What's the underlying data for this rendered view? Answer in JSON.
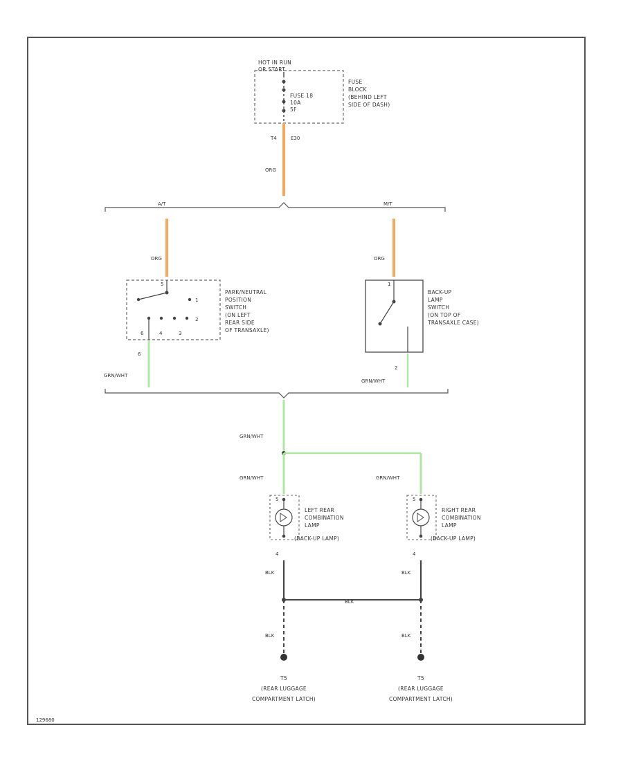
{
  "power_source": {
    "hot_line_1": "HOT IN RUN",
    "hot_line_2": "OR START"
  },
  "fuse": {
    "line_1": "FUSE 18",
    "line_2": "10A",
    "line_3": "5F"
  },
  "fuse_block": {
    "lines": [
      "FUSE",
      "BLOCK",
      "(BEHIND LEFT",
      "SIDE OF DASH)"
    ]
  },
  "fuse_pins": {
    "pin_a": "T4",
    "pin_b": "E30"
  },
  "wires": {
    "org": "ORG",
    "grn_wht": "GRN/WHT",
    "blk": "BLK"
  },
  "branches": {
    "automatic": "A/T",
    "manual": "M/T"
  },
  "pnp_switch": {
    "lines": [
      "PARK/NEUTRAL",
      "POSITION",
      "SWITCH",
      "(ON LEFT",
      "REAR SIDE",
      "OF TRANSAXLE)"
    ],
    "pins": {
      "top": "5",
      "right": "1",
      "mid": "2",
      "bottom_left": "6",
      "bottom_mid": "4",
      "bottom_right": "3",
      "out": "6"
    }
  },
  "backup_switch": {
    "lines": [
      "BACK-UP",
      "LAMP",
      "SWITCH",
      "(ON TOP OF",
      "TRANSAXLE CASE)"
    ],
    "pins": {
      "top": "1",
      "bottom": "2"
    }
  },
  "left_lamp": {
    "lines": [
      "LEFT REAR",
      "COMBINATION",
      "LAMP",
      "(BACK-UP LAMP)"
    ],
    "pins": {
      "top": "5",
      "bottom": "4"
    }
  },
  "right_lamp": {
    "lines": [
      "RIGHT REAR",
      "COMBINATION",
      "LAMP",
      "(BACK-UP LAMP)"
    ],
    "pins": {
      "top": "5",
      "bottom": "4"
    }
  },
  "grounds": {
    "left": {
      "id": "T5",
      "line_1": "(REAR LUGGAGE",
      "line_2": "COMPARTMENT LATCH)"
    },
    "right": {
      "id": "T5",
      "line_1": "(REAR LUGGAGE",
      "line_2": "COMPARTMENT LATCH)"
    }
  },
  "footer_code": "129680",
  "colors": {
    "org_wire": "#f5a95a",
    "grn_wire": "#aee8a0",
    "line": "#444444"
  },
  "icons": [
    "bulb-icon",
    "switch-contact-icon",
    "ground-icon",
    "splice-icon"
  ]
}
